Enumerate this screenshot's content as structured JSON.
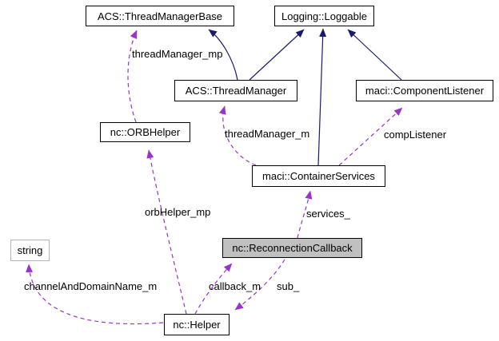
{
  "diagram": {
    "kind": "collaboration-graph",
    "focus_class": "nc::ReconnectionCallback",
    "colors": {
      "background": "#ffffff",
      "inheritance_edge": "#191970",
      "usage_edge": "#9a32cd",
      "node_border": "#000000",
      "external_node_border": "#b4b4b4",
      "focus_node_fill": "#c0c0c0",
      "text": "#000000"
    },
    "nodes": [
      {
        "id": "thread-manager-base",
        "label": "ACS::ThreadManagerBase"
      },
      {
        "id": "loggable",
        "label": "Logging::Loggable"
      },
      {
        "id": "thread-manager",
        "label": "ACS::ThreadManager"
      },
      {
        "id": "component-listener",
        "label": "maci::ComponentListener"
      },
      {
        "id": "orb-helper",
        "label": "nc::ORBHelper"
      },
      {
        "id": "container-services",
        "label": "maci::ContainerServices"
      },
      {
        "id": "string",
        "label": "string"
      },
      {
        "id": "reconnection-callback",
        "label": "nc::ReconnectionCallback"
      },
      {
        "id": "helper",
        "label": "nc::Helper"
      }
    ],
    "edges": [
      {
        "from": "ACS::ThreadManager",
        "to": "ACS::ThreadManagerBase",
        "type": "inheritance",
        "label": ""
      },
      {
        "from": "ACS::ThreadManager",
        "to": "Logging::Loggable",
        "type": "inheritance",
        "label": ""
      },
      {
        "from": "maci::ContainerServices",
        "to": "Logging::Loggable",
        "type": "inheritance",
        "label": ""
      },
      {
        "from": "maci::ComponentListener",
        "to": "Logging::Loggable",
        "type": "inheritance",
        "label": ""
      },
      {
        "from": "nc::ORBHelper",
        "to": "ACS::ThreadManagerBase",
        "type": "usage",
        "label": "threadManager_mp"
      },
      {
        "from": "maci::ContainerServices",
        "to": "ACS::ThreadManager",
        "type": "usage",
        "label": "threadManager_m"
      },
      {
        "from": "maci::ContainerServices",
        "to": "maci::ComponentListener",
        "type": "usage",
        "label": "compListener"
      },
      {
        "from": "nc::Helper",
        "to": "nc::ORBHelper",
        "type": "usage",
        "label": "orbHelper_mp"
      },
      {
        "from": "nc::ReconnectionCallback",
        "to": "maci::ContainerServices",
        "type": "usage",
        "label": "services_"
      },
      {
        "from": "nc::Helper",
        "to": "string",
        "type": "usage",
        "label": "channelAndDomainName_m"
      },
      {
        "from": "nc::Helper",
        "to": "nc::ReconnectionCallback",
        "type": "usage",
        "label": "callback_m"
      },
      {
        "from": "nc::ReconnectionCallback",
        "to": "nc::Helper",
        "type": "usage",
        "label": "sub_"
      }
    ]
  }
}
